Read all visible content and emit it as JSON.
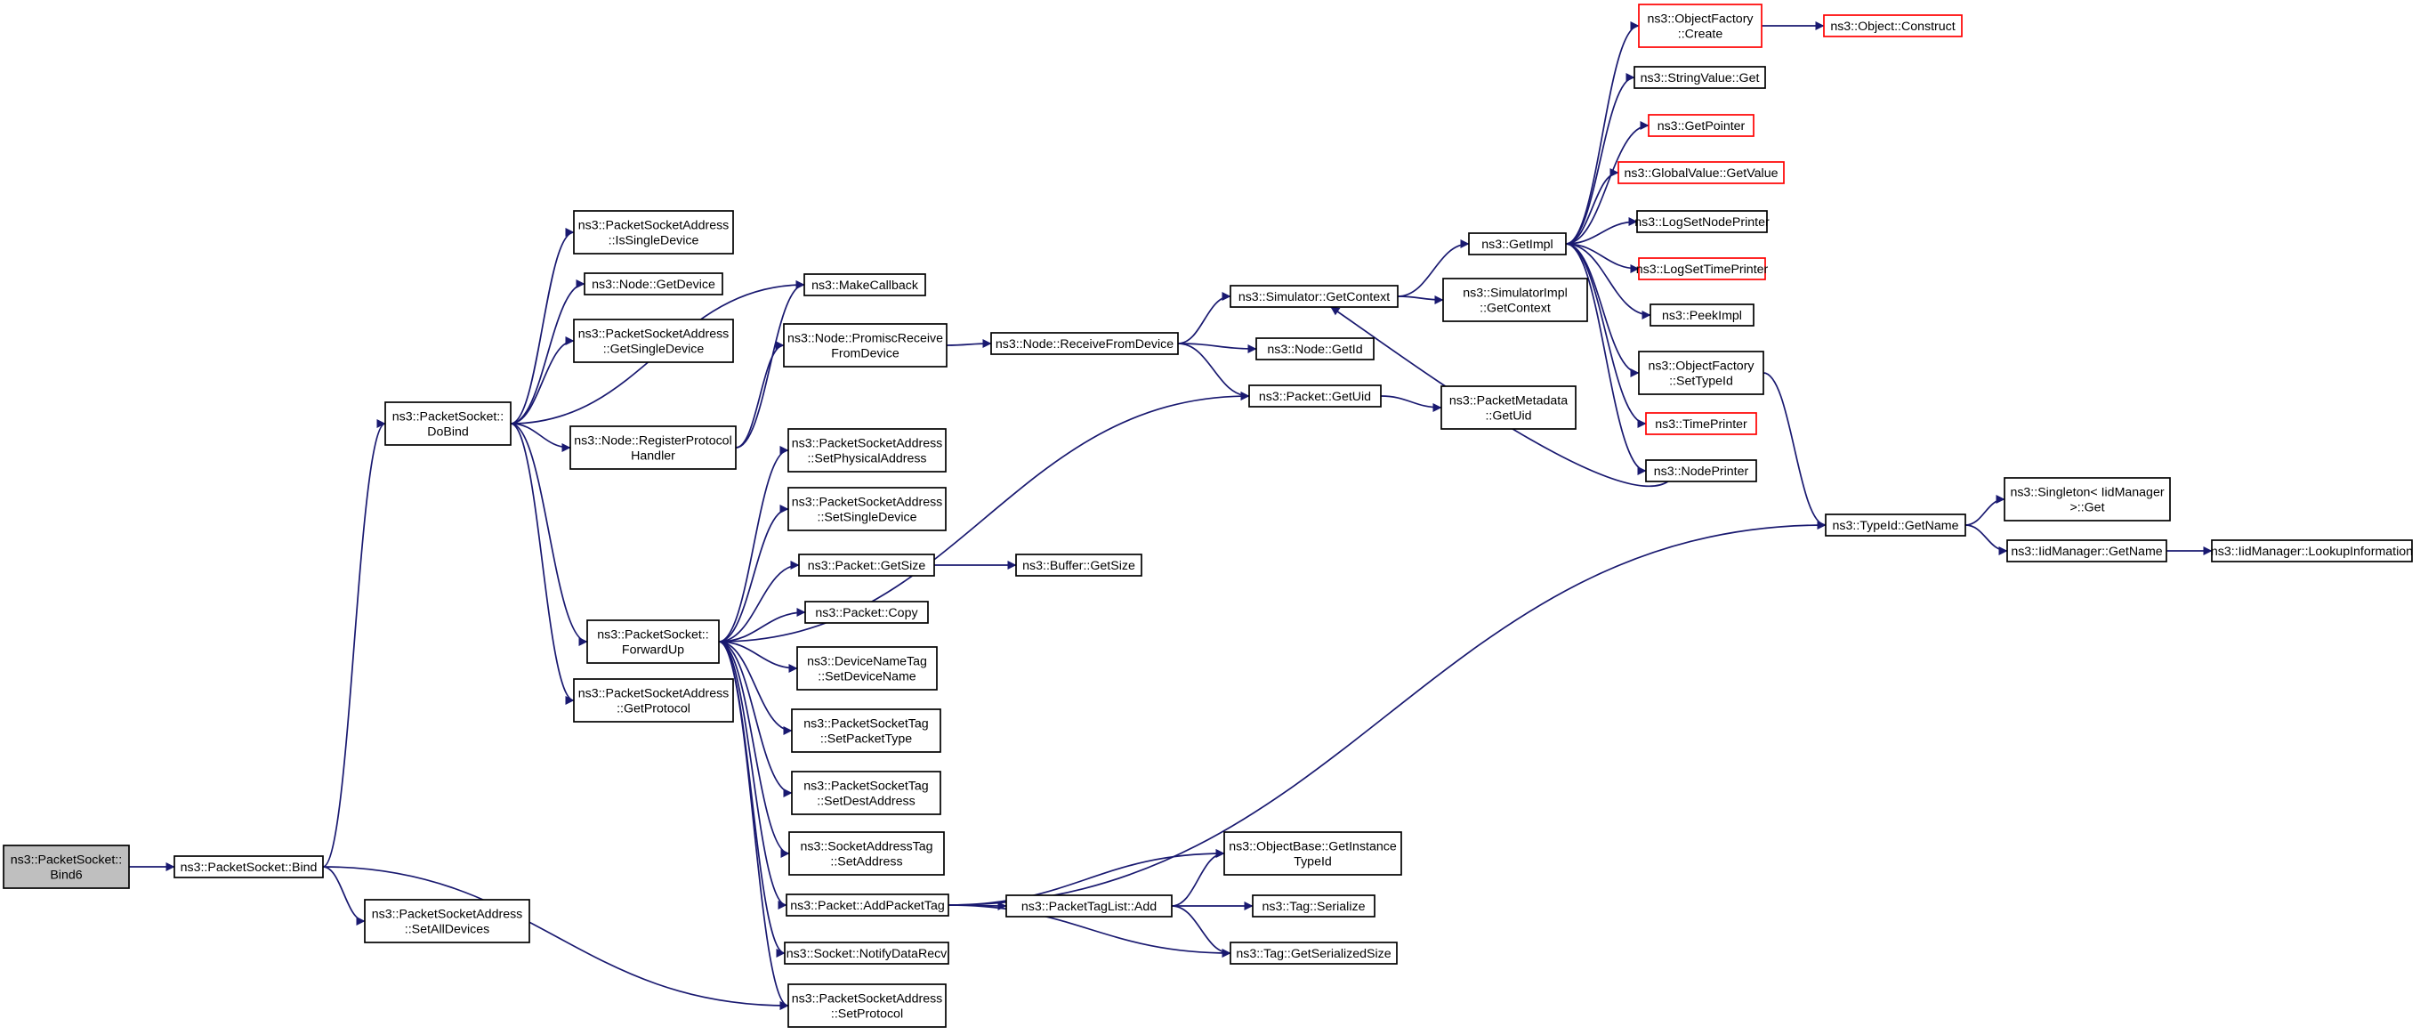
{
  "colors": {
    "edge": "#191970",
    "box_default": "#000000",
    "box_highlight": "#ff0000",
    "root_fill": "#bfbfbf",
    "node_fill": "#ffffff",
    "text": "#000000"
  },
  "nodes": [
    {
      "id": "n0",
      "lines": [
        "ns3::PacketSocket::",
        "Bind6"
      ],
      "style": "root"
    },
    {
      "id": "n1",
      "lines": [
        "ns3::PacketSocket::Bind"
      ],
      "style": "default"
    },
    {
      "id": "n2",
      "lines": [
        "ns3::PacketSocket::",
        "DoBind"
      ],
      "style": "default"
    },
    {
      "id": "n3",
      "lines": [
        "ns3::PacketSocketAddress",
        "::SetAllDevices"
      ],
      "style": "default"
    },
    {
      "id": "n4",
      "lines": [
        "ns3::PacketSocketAddress",
        "::SetProtocol"
      ],
      "style": "default"
    },
    {
      "id": "n5",
      "lines": [
        "ns3::PacketSocketAddress",
        "::IsSingleDevice"
      ],
      "style": "default"
    },
    {
      "id": "n6",
      "lines": [
        "ns3::Node::GetDevice"
      ],
      "style": "default"
    },
    {
      "id": "n7",
      "lines": [
        "ns3::PacketSocketAddress",
        "::GetSingleDevice"
      ],
      "style": "default"
    },
    {
      "id": "n8",
      "lines": [
        "ns3::Node::RegisterProtocol",
        "Handler"
      ],
      "style": "default"
    },
    {
      "id": "n9",
      "lines": [
        "ns3::PacketSocket::",
        "ForwardUp"
      ],
      "style": "default"
    },
    {
      "id": "n10",
      "lines": [
        "ns3::PacketSocketAddress",
        "::GetProtocol"
      ],
      "style": "default"
    },
    {
      "id": "n11",
      "lines": [
        "ns3::MakeCallback"
      ],
      "style": "default"
    },
    {
      "id": "n12",
      "lines": [
        "ns3::Node::PromiscReceive",
        "FromDevice"
      ],
      "style": "default"
    },
    {
      "id": "n13",
      "lines": [
        "ns3::Node::ReceiveFromDevice"
      ],
      "style": "default"
    },
    {
      "id": "n14",
      "lines": [
        "ns3::Simulator::GetContext"
      ],
      "style": "default"
    },
    {
      "id": "n15",
      "lines": [
        "ns3::Node::GetId"
      ],
      "style": "default"
    },
    {
      "id": "n16",
      "lines": [
        "ns3::Packet::GetUid"
      ],
      "style": "default"
    },
    {
      "id": "n17",
      "lines": [
        "ns3::GetImpl"
      ],
      "style": "default"
    },
    {
      "id": "n18",
      "lines": [
        "ns3::SimulatorImpl",
        "::GetContext"
      ],
      "style": "default"
    },
    {
      "id": "n19",
      "lines": [
        "ns3::NodePrinter"
      ],
      "style": "default"
    },
    {
      "id": "n20",
      "lines": [
        "ns3::ObjectFactory",
        "::Create"
      ],
      "style": "highlight"
    },
    {
      "id": "n21",
      "lines": [
        "ns3::Object::Construct"
      ],
      "style": "highlight"
    },
    {
      "id": "n22",
      "lines": [
        "ns3::StringValue::Get"
      ],
      "style": "default"
    },
    {
      "id": "n23",
      "lines": [
        "ns3::GetPointer"
      ],
      "style": "highlight"
    },
    {
      "id": "n24",
      "lines": [
        "ns3::GlobalValue::GetValue"
      ],
      "style": "highlight"
    },
    {
      "id": "n25",
      "lines": [
        "ns3::LogSetNodePrinter"
      ],
      "style": "default"
    },
    {
      "id": "n26",
      "lines": [
        "ns3::LogSetTimePrinter"
      ],
      "style": "highlight"
    },
    {
      "id": "n27",
      "lines": [
        "ns3::PeekImpl"
      ],
      "style": "default"
    },
    {
      "id": "n28",
      "lines": [
        "ns3::ObjectFactory",
        "::SetTypeId"
      ],
      "style": "default"
    },
    {
      "id": "n29",
      "lines": [
        "ns3::TimePrinter"
      ],
      "style": "highlight"
    },
    {
      "id": "n30",
      "lines": [
        "ns3::TypeId::GetName"
      ],
      "style": "default"
    },
    {
      "id": "n31",
      "lines": [
        "ns3::Singleton< IidManager",
        ">::Get"
      ],
      "style": "default"
    },
    {
      "id": "n32",
      "lines": [
        "ns3::IidManager::GetName"
      ],
      "style": "default"
    },
    {
      "id": "n33",
      "lines": [
        "ns3::IidManager::LookupInformation"
      ],
      "style": "default"
    },
    {
      "id": "n34",
      "lines": [
        "ns3::PacketMetadata",
        "::GetUid"
      ],
      "style": "default"
    },
    {
      "id": "n35",
      "lines": [
        "ns3::PacketSocketAddress",
        "::SetPhysicalAddress"
      ],
      "style": "default"
    },
    {
      "id": "n36",
      "lines": [
        "ns3::PacketSocketAddress",
        "::SetSingleDevice"
      ],
      "style": "default"
    },
    {
      "id": "n37",
      "lines": [
        "ns3::Packet::GetSize"
      ],
      "style": "default"
    },
    {
      "id": "n38",
      "lines": [
        "ns3::Buffer::GetSize"
      ],
      "style": "default"
    },
    {
      "id": "n39",
      "lines": [
        "ns3::Packet::Copy"
      ],
      "style": "default"
    },
    {
      "id": "n40",
      "lines": [
        "ns3::DeviceNameTag",
        "::SetDeviceName"
      ],
      "style": "default"
    },
    {
      "id": "n41",
      "lines": [
        "ns3::PacketSocketTag",
        "::SetPacketType"
      ],
      "style": "default"
    },
    {
      "id": "n42",
      "lines": [
        "ns3::PacketSocketTag",
        "::SetDestAddress"
      ],
      "style": "default"
    },
    {
      "id": "n43",
      "lines": [
        "ns3::SocketAddressTag",
        "::SetAddress"
      ],
      "style": "default"
    },
    {
      "id": "n44",
      "lines": [
        "ns3::Packet::AddPacketTag"
      ],
      "style": "default"
    },
    {
      "id": "n45",
      "lines": [
        "ns3::Socket::NotifyDataRecv"
      ],
      "style": "default"
    },
    {
      "id": "n46",
      "lines": [
        "ns3::ObjectBase::GetInstance",
        "TypeId"
      ],
      "style": "default"
    },
    {
      "id": "n47",
      "lines": [
        "ns3::PacketTagList::Add"
      ],
      "style": "default"
    },
    {
      "id": "n48",
      "lines": [
        "ns3::Tag::Serialize"
      ],
      "style": "default"
    },
    {
      "id": "n49",
      "lines": [
        "ns3::Tag::GetSerializedSize"
      ],
      "style": "default"
    }
  ],
  "edges": [
    [
      "n0",
      "n1"
    ],
    [
      "n1",
      "n2"
    ],
    [
      "n1",
      "n3"
    ],
    [
      "n1",
      "n4"
    ],
    [
      "n2",
      "n5"
    ],
    [
      "n2",
      "n6"
    ],
    [
      "n2",
      "n7"
    ],
    [
      "n2",
      "n11"
    ],
    [
      "n2",
      "n8"
    ],
    [
      "n2",
      "n9"
    ],
    [
      "n2",
      "n10"
    ],
    [
      "n8",
      "n11"
    ],
    [
      "n8",
      "n12"
    ],
    [
      "n12",
      "n13"
    ],
    [
      "n13",
      "n14"
    ],
    [
      "n13",
      "n15"
    ],
    [
      "n13",
      "n16"
    ],
    [
      "n14",
      "n17"
    ],
    [
      "n14",
      "n18"
    ],
    [
      "n16",
      "n34"
    ],
    [
      "n17",
      "n20"
    ],
    [
      "n17",
      "n22"
    ],
    [
      "n17",
      "n23"
    ],
    [
      "n17",
      "n24"
    ],
    [
      "n17",
      "n25"
    ],
    [
      "n17",
      "n26"
    ],
    [
      "n17",
      "n27"
    ],
    [
      "n17",
      "n28"
    ],
    [
      "n17",
      "n29"
    ],
    [
      "n17",
      "n19"
    ],
    [
      "n19",
      "n14"
    ],
    [
      "n20",
      "n21"
    ],
    [
      "n28",
      "n30"
    ],
    [
      "n30",
      "n31"
    ],
    [
      "n30",
      "n32"
    ],
    [
      "n32",
      "n33"
    ],
    [
      "n9",
      "n16"
    ],
    [
      "n9",
      "n35"
    ],
    [
      "n9",
      "n36"
    ],
    [
      "n9",
      "n37"
    ],
    [
      "n9",
      "n39"
    ],
    [
      "n9",
      "n40"
    ],
    [
      "n9",
      "n41"
    ],
    [
      "n9",
      "n42"
    ],
    [
      "n9",
      "n43"
    ],
    [
      "n9",
      "n44"
    ],
    [
      "n9",
      "n45"
    ],
    [
      "n9",
      "n4"
    ],
    [
      "n37",
      "n38"
    ],
    [
      "n44",
      "n30"
    ],
    [
      "n44",
      "n46"
    ],
    [
      "n44",
      "n47"
    ],
    [
      "n44",
      "n49"
    ],
    [
      "n47",
      "n46"
    ],
    [
      "n47",
      "n48"
    ],
    [
      "n47",
      "n49"
    ]
  ]
}
